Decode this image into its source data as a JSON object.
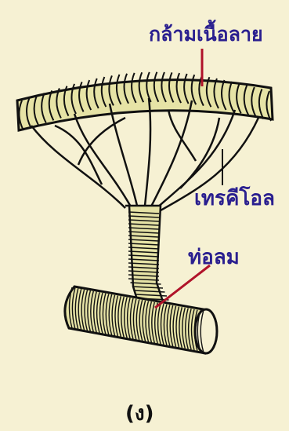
{
  "labels": {
    "muscle": "กล้ามเนื้อลาย",
    "tracheole": "เทรคีโอล",
    "trachea": "ท่อลม",
    "panel": "(ง)"
  },
  "colors": {
    "background": "#f6f1d3",
    "label_text": "#2a1f8f",
    "pointer": "#b0132a",
    "tissue_fill": "#e6e3a6",
    "outline": "#111111"
  }
}
